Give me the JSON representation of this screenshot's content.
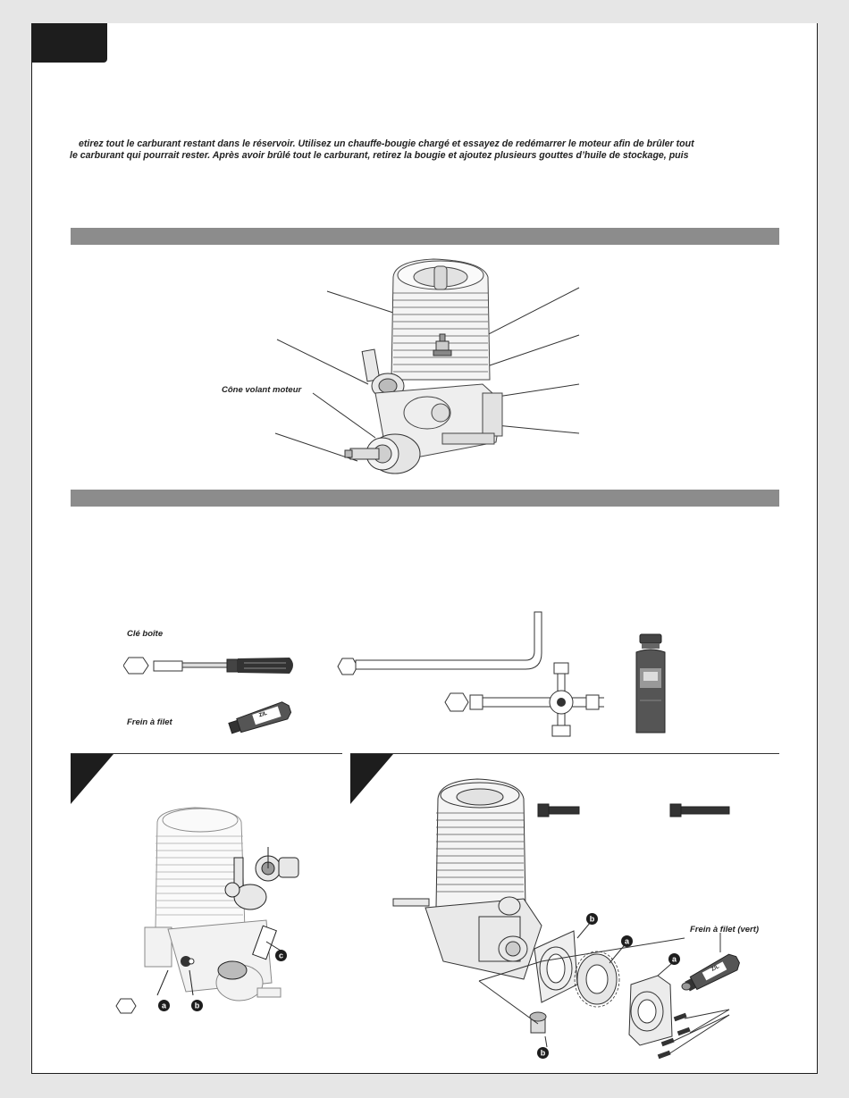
{
  "storage": {
    "line1": "etirez tout le carburant restant dans le réservoir. Utilisez un chauffe-bougie chargé et essayez de redémarrer le moteur afin de brûler tout",
    "line2": "le carburant qui pourrait rester. Après avoir brûlé tout le carburant, retirez la bougie et ajoutez plusieurs gouttes d’huile de stockage, puis"
  },
  "engine_diagram": {
    "flywheel_cone_label": "Cône volant moteur"
  },
  "tools": {
    "nut_driver_label": "Clé boîte",
    "threadlock_label": "Frein à filet",
    "threadlock_tube_text": "Z/L"
  },
  "step1": {
    "callouts": [
      "a",
      "b",
      "c"
    ]
  },
  "step2": {
    "threadlock_green_label": "Frein à filet (vert)",
    "callout_b1": "b",
    "callout_a1": "a",
    "callout_a2": "a",
    "callout_b2": "b",
    "tube_text": "Z/L"
  },
  "colors": {
    "band": "#8c8c8c",
    "ink": "#1d1d1d",
    "callout": "#1d1d1d"
  }
}
